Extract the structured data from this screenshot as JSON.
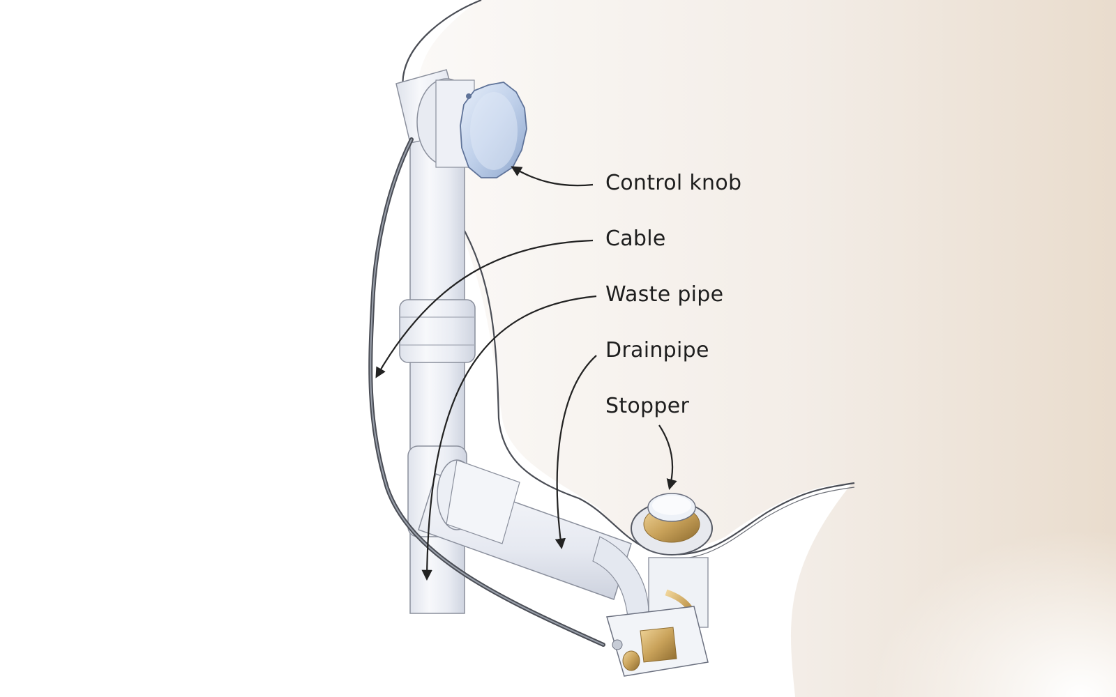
{
  "labels": {
    "control_knob": "Control knob",
    "cable": "Cable",
    "waste_pipe": "Waste pipe",
    "drainpipe": "Drainpipe",
    "stopper": "Stopper"
  },
  "colors": {
    "tub": "#f1ebe4",
    "tub_shade": "#e6d5c3",
    "pipe_fill": "#eef0f6",
    "pipe_outline": "#8a8f9c",
    "cable": "#4a4d55",
    "brass": "#c9a25a",
    "knob": "#b9cbe6",
    "text": "#1e1e1e"
  }
}
